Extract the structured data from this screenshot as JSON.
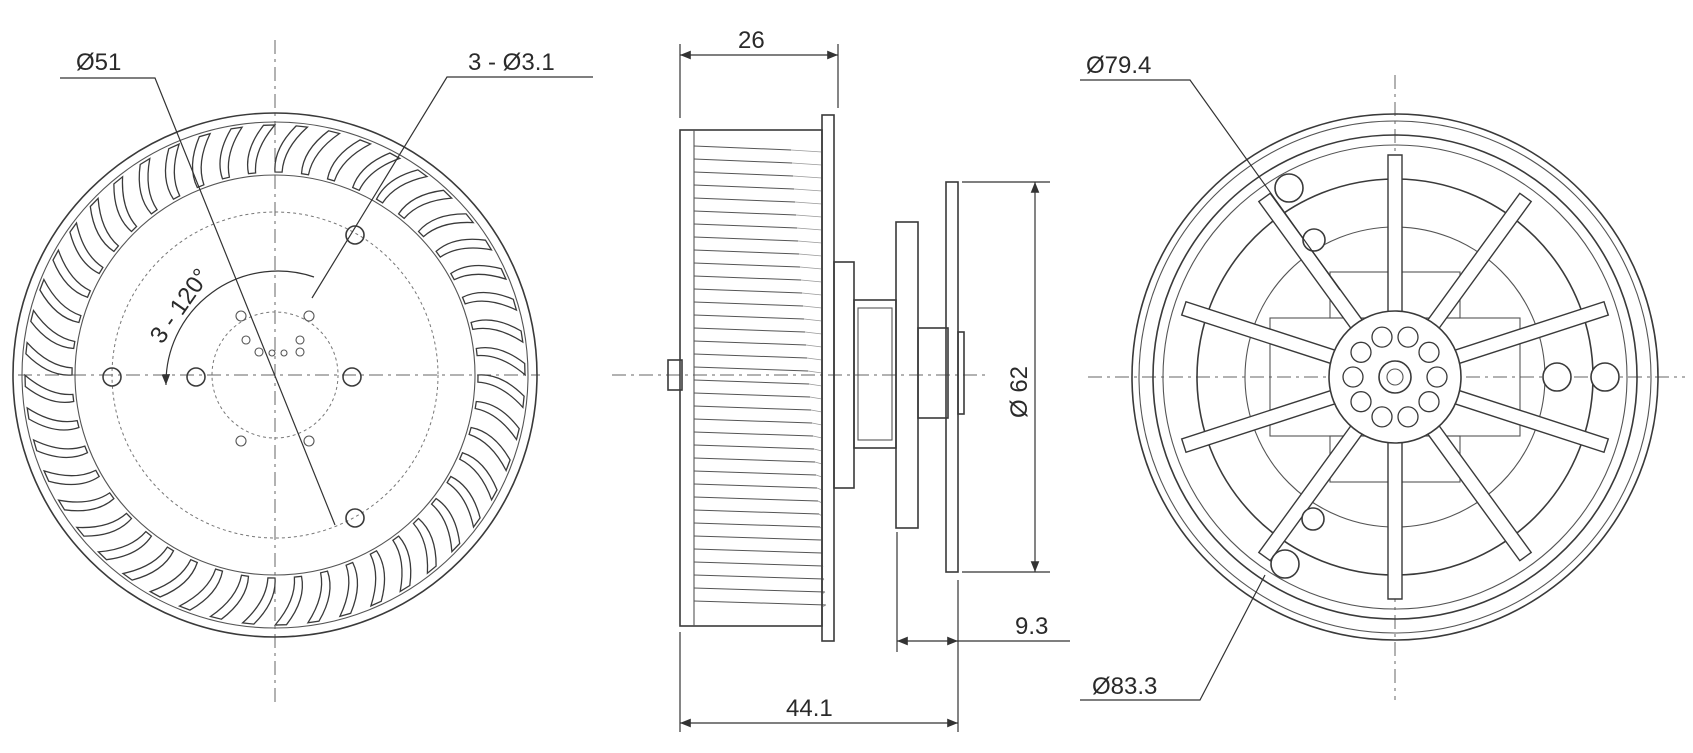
{
  "drawing": {
    "views": [
      "front-view",
      "side-view",
      "rear-view"
    ],
    "front_view": {
      "blade_count": 48,
      "dims": {
        "outer_diameter": "Ø51",
        "holes": "3 - Ø3.1",
        "angle": "3 - 120°"
      }
    },
    "side_view": {
      "dims": {
        "impeller_width": "26",
        "overall_length": "44.1",
        "motor_depth": "9.3",
        "flange_diameter": "Ø 62"
      }
    },
    "rear_view": {
      "spoke_count": 10,
      "dims": {
        "housing_diameter": "Ø79.4",
        "outer_diameter": "Ø83.3"
      }
    }
  }
}
